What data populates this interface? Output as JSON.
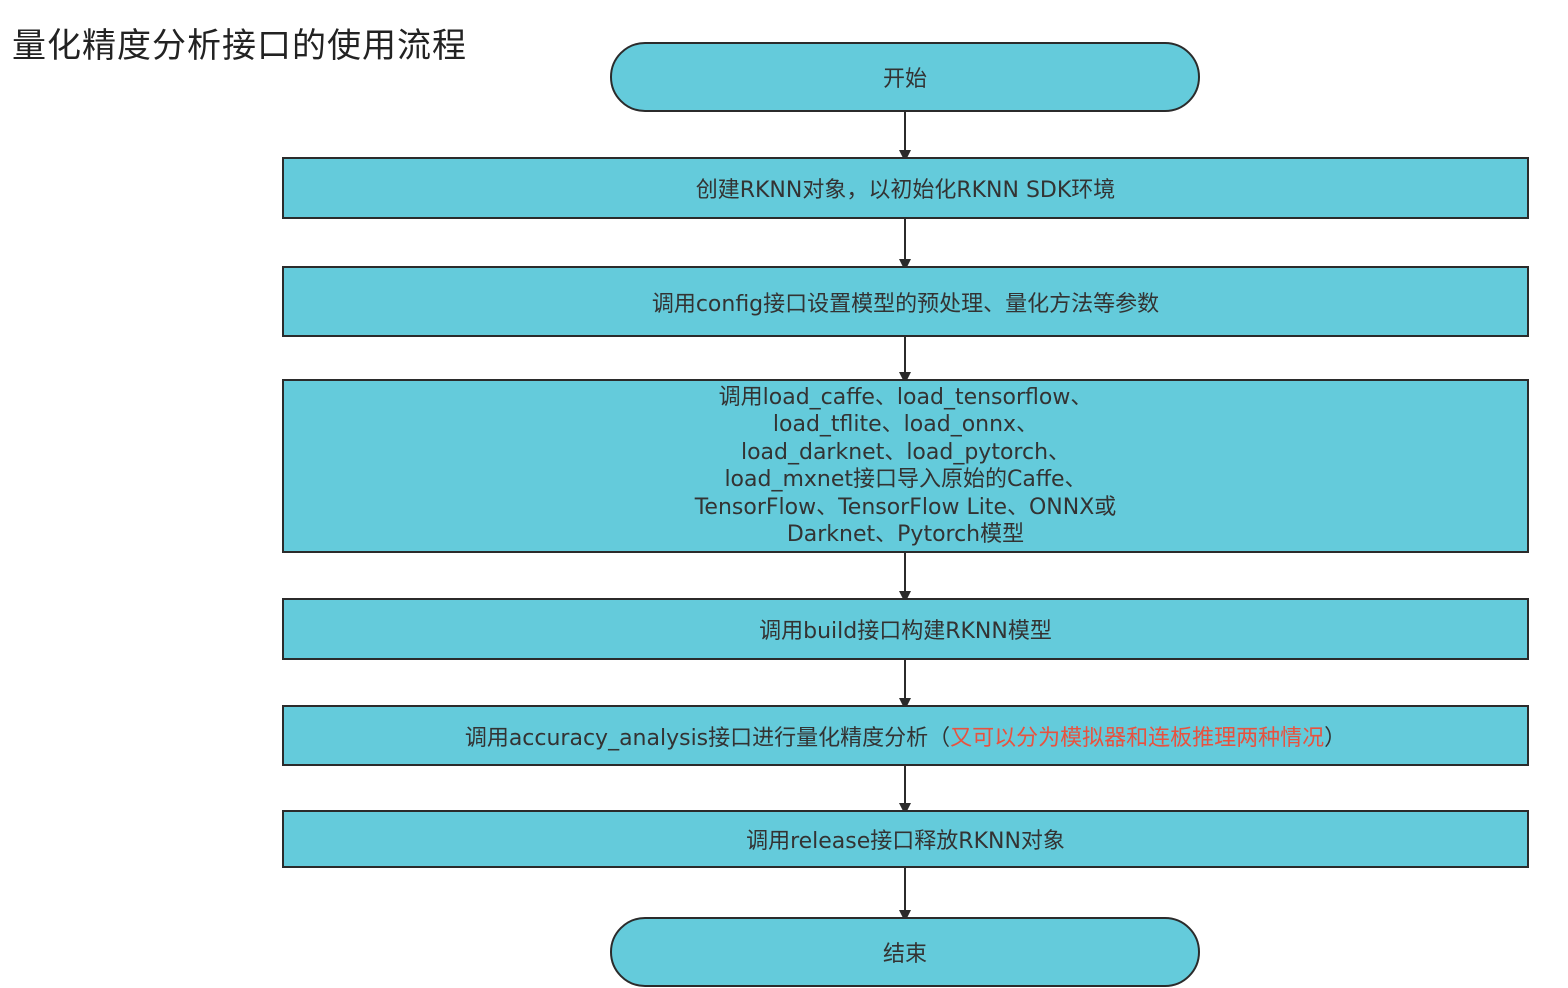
{
  "title": "量化精度分析接口的使用流程",
  "colors": {
    "box_fill": "#64cbdb",
    "border": "#2b2b2b",
    "text": "#333333",
    "note": "#e8523f"
  },
  "flow": {
    "start": "开始",
    "step1": "创建RKNN对象，以初始化RKNN SDK环境",
    "step2": "调用config接口设置模型的预处理、量化方法等参数",
    "step3_lines": [
      "调用load_caffe、load_tensorflow、",
      "load_tflite、load_onnx、",
      "load_darknet、load_pytorch、",
      "load_mxnet接口导入原始的Caffe、",
      "TensorFlow、TensorFlow Lite、ONNX或",
      "Darknet、Pytorch模型"
    ],
    "step4": "调用build接口构建RKNN模型",
    "step5_main": "调用accuracy_analysis接口进行量化精度分析（",
    "step5_note": "又可以分为模拟器和连板推理两种情况",
    "step5_close": "）",
    "step6": "调用release接口释放RKNN对象",
    "end": "结束"
  }
}
